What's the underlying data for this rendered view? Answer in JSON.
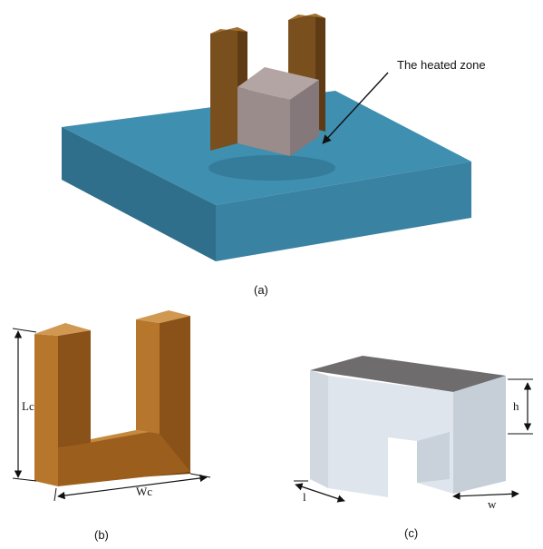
{
  "panel_a": {
    "caption": "(a)",
    "annotation": "The heated zone",
    "colors": {
      "substrate": "#3e88a6",
      "cbar": "#8a5a22",
      "cube": "#9a8e8c"
    }
  },
  "panel_b": {
    "caption": "(b)",
    "height_label": "Lc",
    "width_label": "Wc",
    "colors": {
      "front": "#a0631e",
      "side": "#7d4a16",
      "top": "#c08440"
    }
  },
  "panel_c": {
    "caption": "(c)",
    "height_label": "h",
    "length_label": "l",
    "width_label": "w",
    "colors": {
      "front": "#dde3ea",
      "side": "#c4ccd6",
      "top": "#6f6c6e"
    }
  }
}
